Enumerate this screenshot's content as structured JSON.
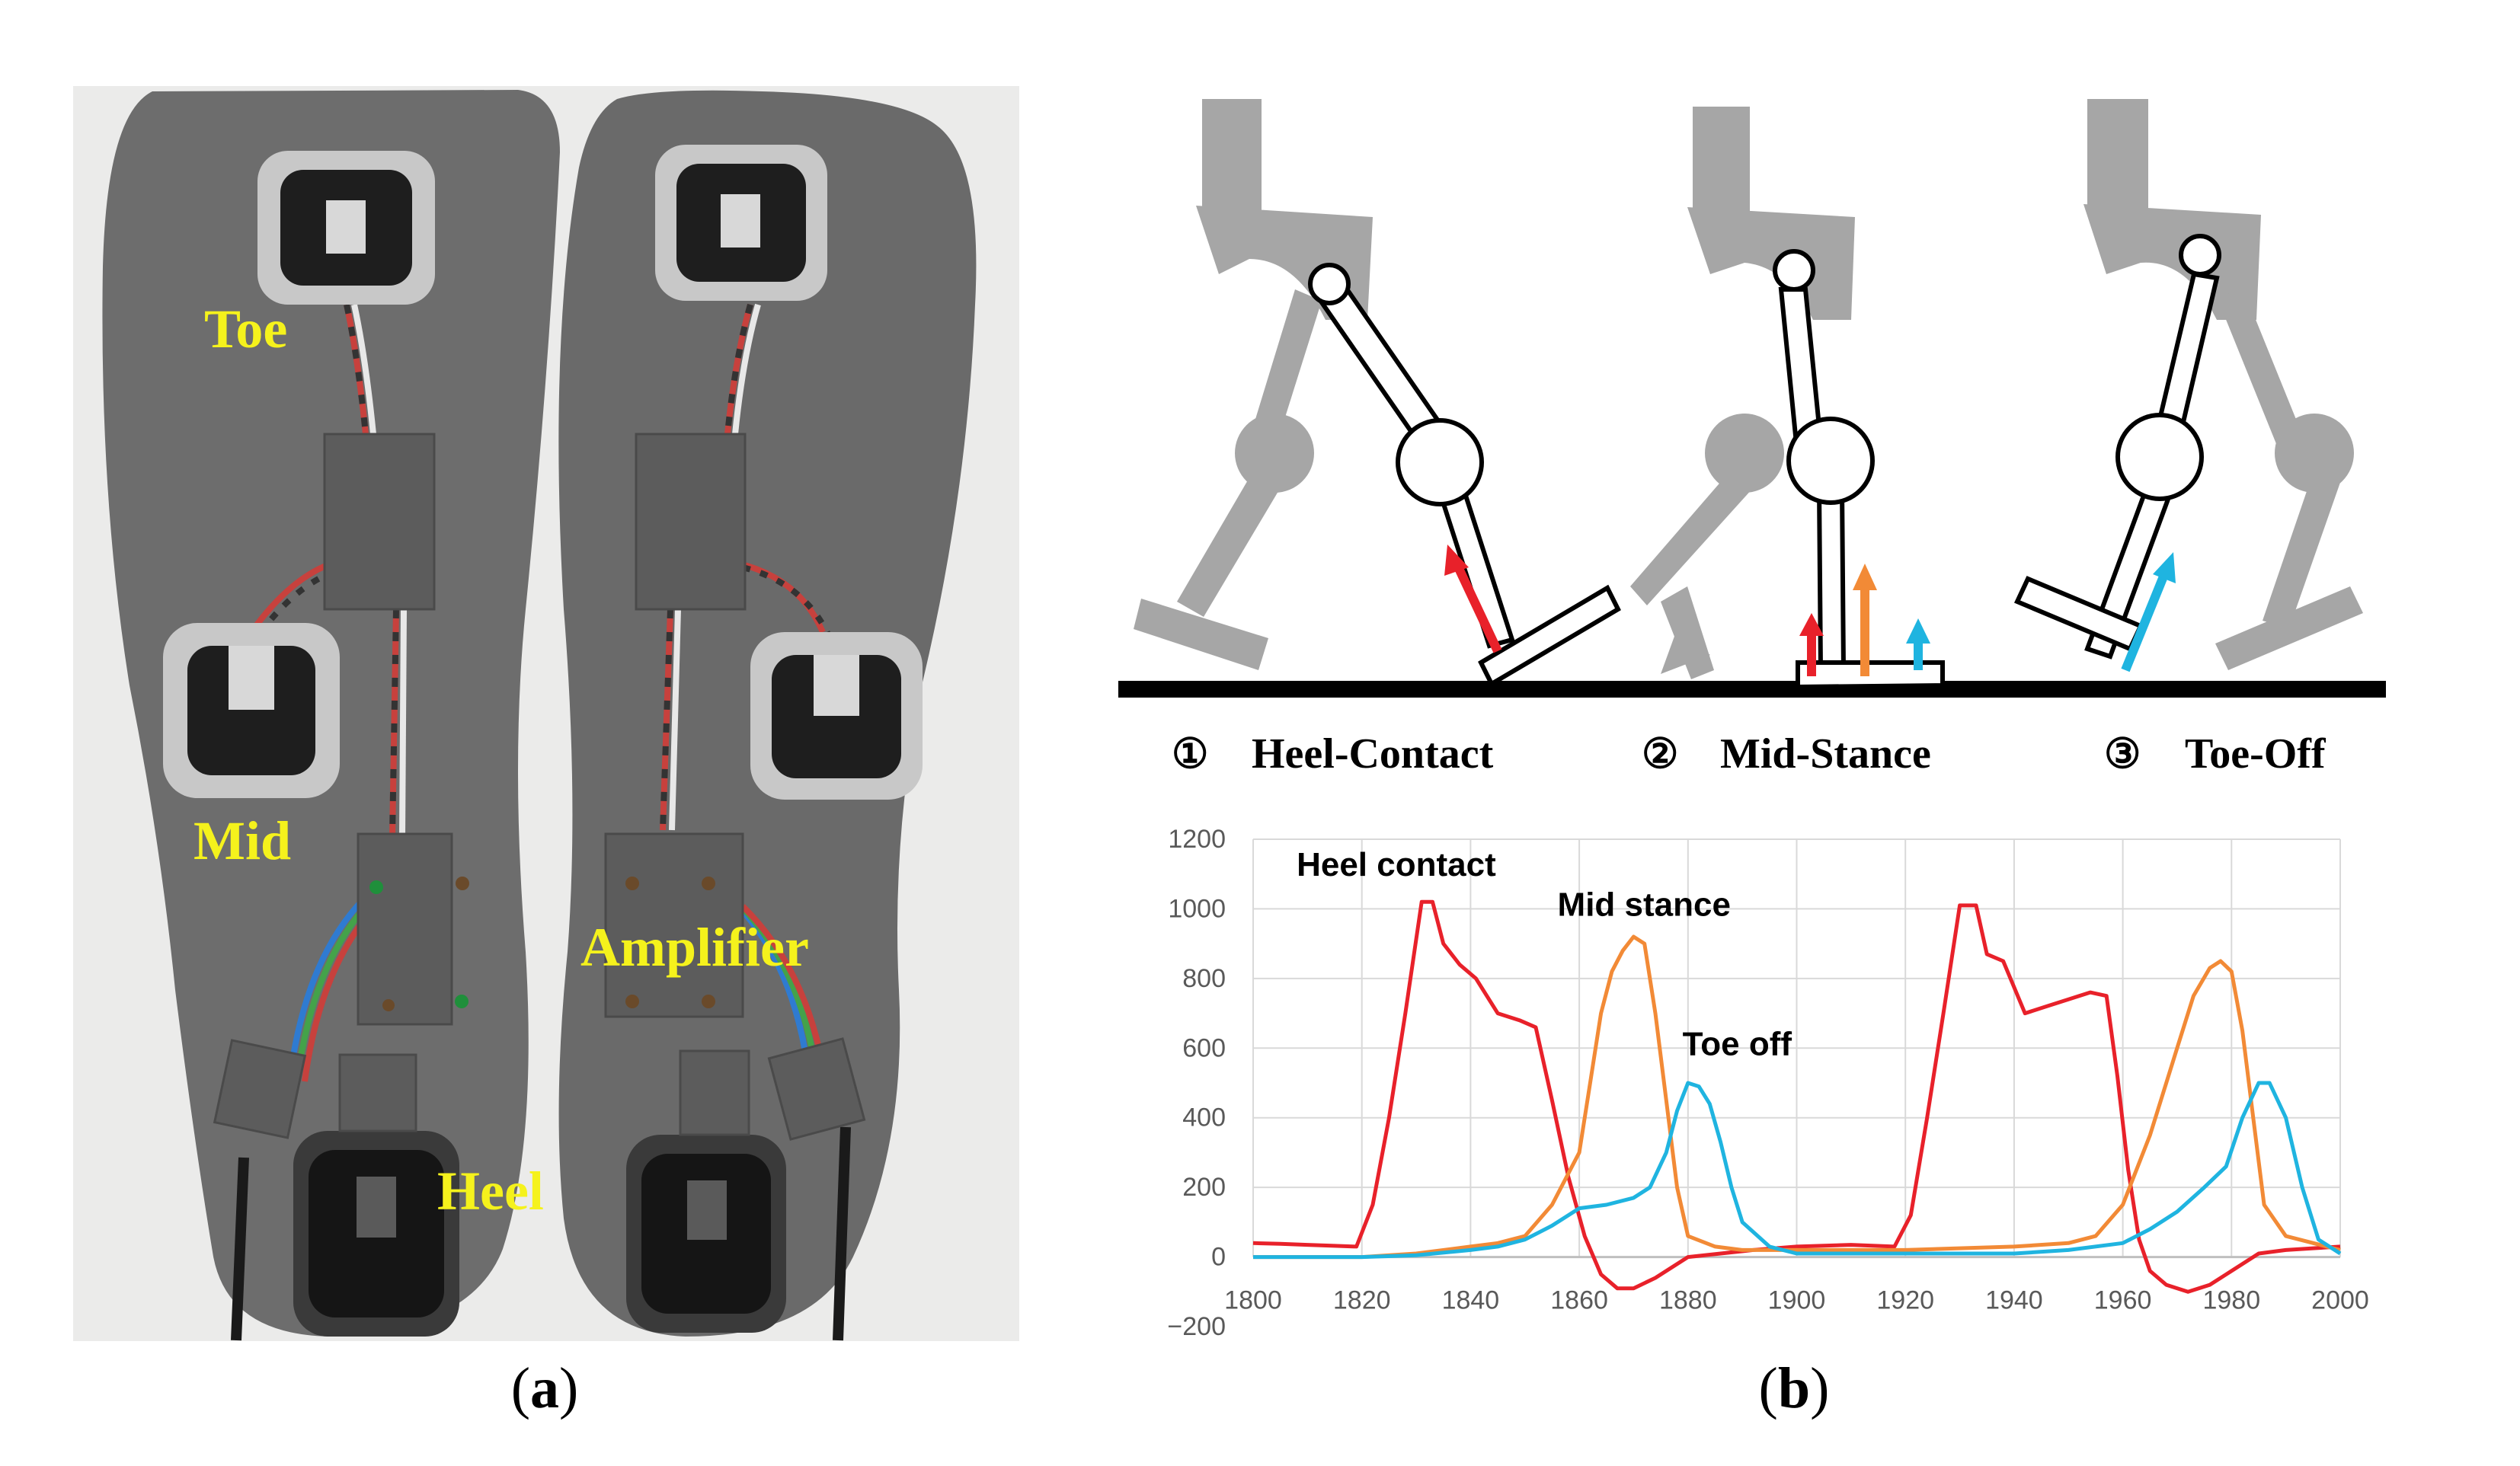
{
  "panel_a": {
    "caption": "(a)",
    "caption_letter": "a",
    "labels": {
      "toe": "Toe",
      "mid": "Mid",
      "amplifier": "Amplifier",
      "heel": "Heel"
    }
  },
  "panel_b": {
    "caption": "(b)",
    "caption_letter": "b",
    "phases": [
      {
        "number": "①",
        "name": "Heel-Contact"
      },
      {
        "number": "②",
        "name": "Mid-Stance"
      },
      {
        "number": "③",
        "name": "Toe-Off"
      }
    ]
  },
  "colors": {
    "insole": "#6e6e6e",
    "leg_gray": "#a6a6a6",
    "heel_red": "#e8212a",
    "mid_orange": "#f28a36",
    "toe_blue": "#1fb4e0",
    "label_yellow": "#f5f21c"
  },
  "chart_data": {
    "type": "line",
    "title": "",
    "xlabel": "",
    "ylabel": "",
    "xlim": [
      1800,
      2000
    ],
    "ylim": [
      -200,
      1200
    ],
    "xticks": [
      1800,
      1820,
      1840,
      1860,
      1880,
      1900,
      1920,
      1940,
      1960,
      1980,
      2000
    ],
    "yticks": [
      -200,
      0,
      200,
      400,
      600,
      800,
      1000,
      1200
    ],
    "grid": true,
    "annotations": [
      {
        "text": "Heel contact",
        "x": 1808,
        "y": 1095
      },
      {
        "text": "Mid stance",
        "x": 1856,
        "y": 980
      },
      {
        "text": "Toe off",
        "x": 1879,
        "y": 580
      }
    ],
    "series": [
      {
        "color": "#e8212a",
        "x": [
          1800,
          1805,
          1810,
          1815,
          1819,
          1822,
          1825,
          1828,
          1831,
          1833,
          1835,
          1838,
          1841,
          1845,
          1849,
          1852,
          1855,
          1858,
          1861,
          1864,
          1867,
          1870,
          1874,
          1880,
          1886,
          1892,
          1900,
          1910,
          1918,
          1921,
          1924,
          1927,
          1930,
          1933,
          1935,
          1938,
          1942,
          1946,
          1950,
          1954,
          1957,
          1959,
          1961,
          1963,
          1965,
          1968,
          1972,
          1976,
          1980,
          1985,
          1990,
          1995,
          2000
        ],
        "y": [
          40,
          38,
          35,
          32,
          30,
          150,
          400,
          700,
          1020,
          1020,
          900,
          840,
          800,
          700,
          680,
          660,
          450,
          230,
          60,
          -50,
          -90,
          -90,
          -60,
          0,
          10,
          20,
          30,
          35,
          30,
          120,
          400,
          700,
          1010,
          1010,
          870,
          850,
          700,
          720,
          740,
          760,
          750,
          520,
          250,
          50,
          -40,
          -80,
          -100,
          -80,
          -40,
          10,
          20,
          25,
          30
        ]
      },
      {
        "color": "#f28a36",
        "x": [
          1800,
          1810,
          1820,
          1830,
          1840,
          1845,
          1850,
          1855,
          1860,
          1862,
          1864,
          1866,
          1868,
          1870,
          1872,
          1874,
          1876,
          1878,
          1880,
          1885,
          1890,
          1900,
          1920,
          1940,
          1950,
          1955,
          1960,
          1965,
          1970,
          1973,
          1976,
          1978,
          1980,
          1982,
          1984,
          1986,
          1990,
          2000
        ],
        "y": [
          0,
          0,
          0,
          10,
          30,
          40,
          60,
          150,
          300,
          500,
          700,
          820,
          880,
          920,
          900,
          700,
          450,
          200,
          60,
          30,
          20,
          20,
          20,
          30,
          40,
          60,
          150,
          350,
          600,
          750,
          830,
          850,
          820,
          650,
          400,
          150,
          60,
          20
        ]
      },
      {
        "color": "#1fb4e0",
        "x": [
          1800,
          1810,
          1820,
          1830,
          1840,
          1845,
          1850,
          1855,
          1860,
          1865,
          1870,
          1873,
          1876,
          1878,
          1880,
          1882,
          1884,
          1886,
          1888,
          1890,
          1895,
          1900,
          1920,
          1940,
          1950,
          1960,
          1965,
          1970,
          1975,
          1979,
          1982,
          1985,
          1987,
          1990,
          1993,
          1996,
          2000
        ],
        "y": [
          0,
          0,
          0,
          5,
          20,
          30,
          50,
          90,
          140,
          150,
          170,
          200,
          300,
          420,
          500,
          490,
          440,
          330,
          200,
          100,
          30,
          10,
          10,
          10,
          20,
          40,
          80,
          130,
          200,
          260,
          400,
          500,
          500,
          400,
          200,
          50,
          10
        ]
      }
    ]
  }
}
